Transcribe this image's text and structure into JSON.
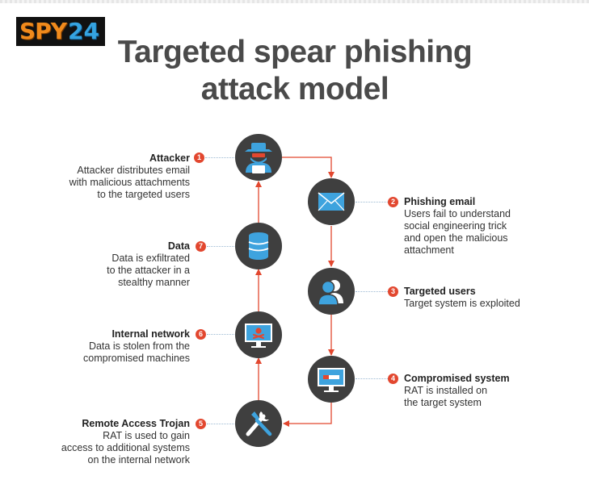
{
  "logo": {
    "part1": "SPY",
    "part2": "24"
  },
  "title": {
    "line1": "Targeted spear phishing",
    "line2": "attack model"
  },
  "colors": {
    "accent": "#e2472f",
    "icon_bg": "#3f3f3f",
    "icon_blue": "#3ea3de",
    "connector": "#9dbad3"
  },
  "steps": [
    {
      "number": "1",
      "icon": "hacker-icon",
      "title": "Attacker",
      "description": "Attacker distributes email\nwith malicious attachments\nto the targeted users"
    },
    {
      "number": "2",
      "icon": "envelope-icon",
      "title": "Phishing email",
      "description": "Users fail to understand\nsocial engineering trick\nand open the malicious\nattachment"
    },
    {
      "number": "3",
      "icon": "users-icon",
      "title": "Targeted users",
      "description": "Target system is exploited"
    },
    {
      "number": "4",
      "icon": "monitor-icon",
      "title": "Compromised system",
      "description": "RAT is installed on\nthe target system"
    },
    {
      "number": "5",
      "icon": "tools-icon",
      "title": "Remote Access Trojan",
      "description": "RAT is used to gain\naccess to additional systems\non the internal network"
    },
    {
      "number": "6",
      "icon": "infected-monitor-icon",
      "title": "Internal network",
      "description": "Data is stolen from the\ncompromised machines"
    },
    {
      "number": "7",
      "icon": "database-icon",
      "title": "Data",
      "description": "Data is exfiltrated\nto the attacker in a\nstealthy manner"
    }
  ]
}
